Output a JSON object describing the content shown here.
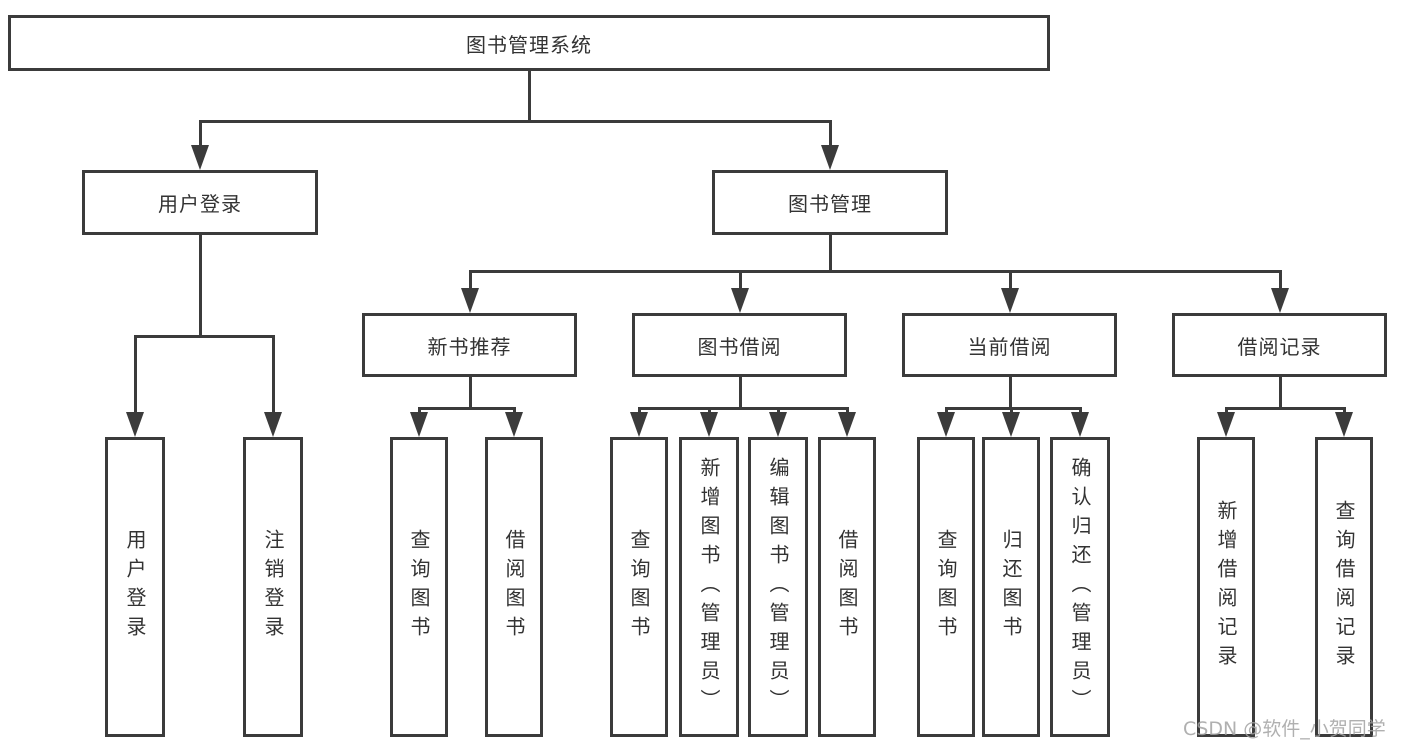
{
  "diagram": {
    "root": {
      "label": "图书管理系统"
    },
    "level1": {
      "login": {
        "label": "用户登录"
      },
      "manage": {
        "label": "图书管理"
      }
    },
    "level2": {
      "recommend": {
        "label": "新书推荐"
      },
      "borrow": {
        "label": "图书借阅"
      },
      "current": {
        "label": "当前借阅"
      },
      "records": {
        "label": "借阅记录"
      }
    },
    "leaves": {
      "login": [
        "用户登录",
        "注销登录"
      ],
      "recommend": [
        "查询图书",
        "借阅图书"
      ],
      "borrow": [
        "查询图书",
        "新增图书（管理员）",
        "编辑图书（管理员）",
        "借阅图书"
      ],
      "current": [
        "查询图书",
        "归还图书",
        "确认归还（管理员）"
      ],
      "records": [
        "新增借阅记录",
        "查询借阅记录"
      ]
    }
  },
  "colors": {
    "line": "#3b3b3b",
    "text": "#333333",
    "background": "#ffffff",
    "watermark": "#a3a3a3"
  },
  "watermark": {
    "text": "CSDN @软件_小贺同学"
  }
}
